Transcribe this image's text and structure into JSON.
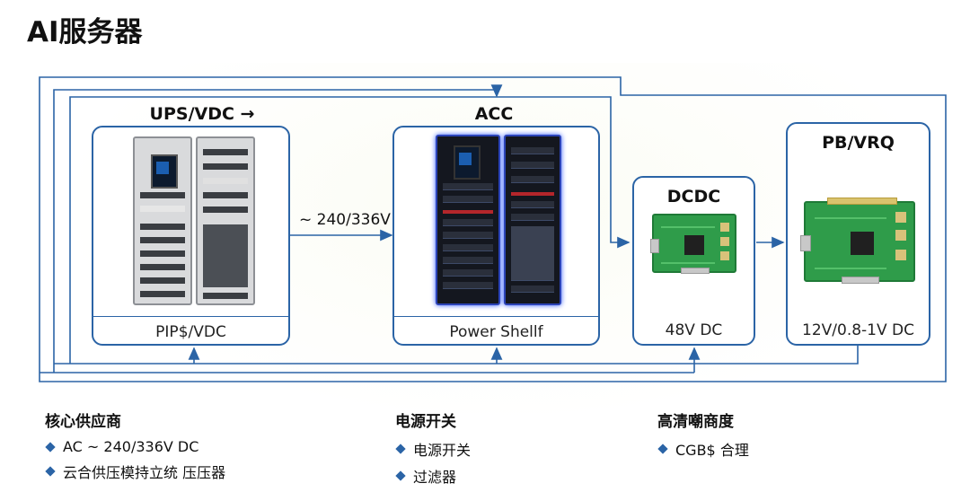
{
  "title": "AI服务器",
  "colors": {
    "accent": "#2b64a6",
    "pcb": "#2f9c4a"
  },
  "stages": [
    {
      "id": "ups",
      "heading": "UPS/VDC →",
      "footer": "PIP$/VDC",
      "image": "silver-server-racks"
    },
    {
      "id": "acc",
      "heading": "ACC",
      "footer": "Power Shellf",
      "image": "dark-server-racks"
    },
    {
      "id": "dcdc",
      "heading": "DCDC",
      "footer": "48V DC",
      "image": "green-circuit-board"
    },
    {
      "id": "pb",
      "heading": "PB/VRQ",
      "footer": "12V/0.8-1V DC",
      "image": "green-circuit-board"
    }
  ],
  "arrow_label": "~ 240/336V",
  "columns": [
    {
      "heading": "核心供应商",
      "items": [
        "AC ~ 240/336V DC",
        "云合供压模持立统  压压器"
      ]
    },
    {
      "heading": "电源开关",
      "items": [
        "电源开关",
        "过滤器"
      ]
    },
    {
      "heading": "高清嘲商度",
      "items": [
        "CGB$ 合理"
      ]
    }
  ]
}
